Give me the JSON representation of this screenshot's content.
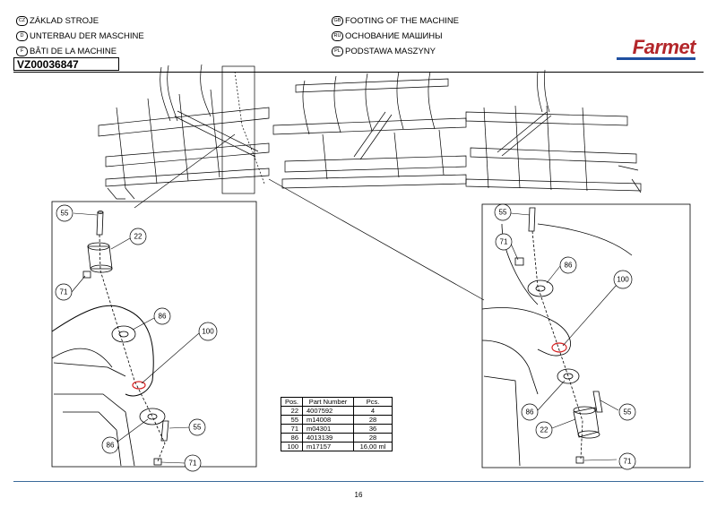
{
  "header": {
    "lines_left": [
      {
        "code": "CZ",
        "text": "ZÁKLAD STROJE"
      },
      {
        "code": "D",
        "text": "UNTERBAU DER MASCHINE"
      },
      {
        "code": "F",
        "text": "BÂTI DE LA MACHINE"
      }
    ],
    "lines_right": [
      {
        "code": "GB",
        "text": "FOOTING OF THE MACHINE"
      },
      {
        "code": "RU",
        "text": "ОСНОВАНИЕ МАШИНЫ"
      },
      {
        "code": "PL",
        "text": "PODSTAWA MASZYNY"
      }
    ],
    "drawing_code": "VZ00036847",
    "logo": "Farmet"
  },
  "callouts_left": [
    "55",
    "22",
    "71",
    "86",
    "100",
    "55",
    "86",
    "71"
  ],
  "callouts_right": [
    "55",
    "71",
    "86",
    "100",
    "86",
    "22",
    "55",
    "71"
  ],
  "parts_table": {
    "headers": [
      "Pos.",
      "Part Number",
      "Pcs."
    ],
    "rows": [
      {
        "pos": "22",
        "part": "4007592",
        "pcs": "4"
      },
      {
        "pos": "55",
        "part": "m14008",
        "pcs": "28"
      },
      {
        "pos": "71",
        "part": "m04301",
        "pcs": "36"
      },
      {
        "pos": "86",
        "part": "4013139",
        "pcs": "28"
      },
      {
        "pos": "100",
        "part": "m17157",
        "pcs": "16,00 ml"
      }
    ]
  },
  "footer": {
    "page_number": "16"
  },
  "colors": {
    "logo_red": "#b3262a",
    "logo_blue": "#1f4fa0",
    "highlight": "#d62020",
    "footer_line": "#3a6a9a"
  }
}
